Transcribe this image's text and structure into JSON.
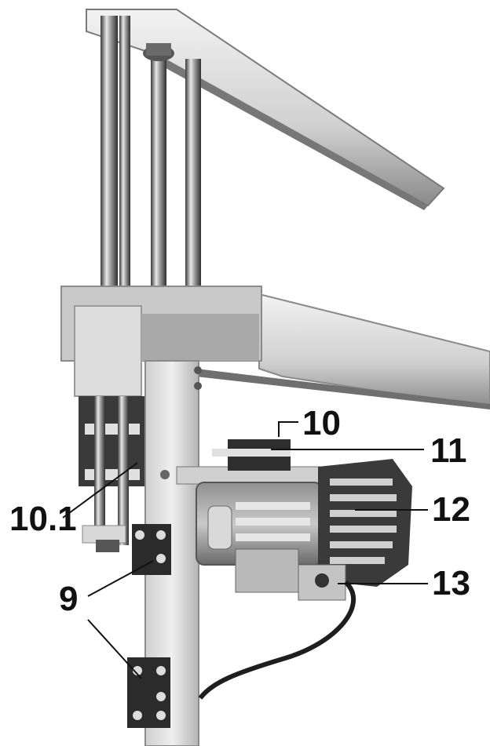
{
  "figure": {
    "background_color": "#ffffff",
    "ink_color": "#111111",
    "labels": [
      {
        "id": "label-10",
        "text": "10"
      },
      {
        "id": "label-11",
        "text": "11"
      },
      {
        "id": "label-12",
        "text": "12"
      },
      {
        "id": "label-13",
        "text": "13"
      },
      {
        "id": "label-10-1",
        "text": "10.1"
      },
      {
        "id": "label-9",
        "text": "9"
      }
    ]
  }
}
